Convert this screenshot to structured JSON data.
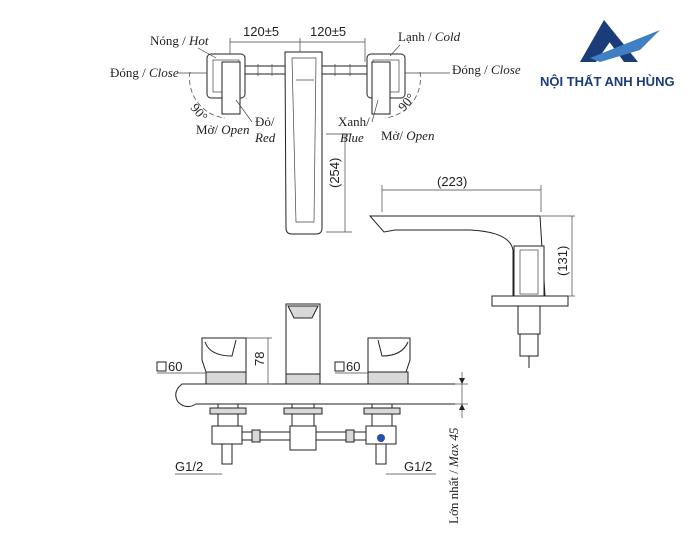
{
  "brand": {
    "name": "NỘI THẤT ANH HÙNG",
    "logo_color": "#1b3c7a",
    "logo_accent": "#3f7fc2"
  },
  "top_view": {
    "dim_left": "120±5",
    "dim_right": "120±5",
    "dim_height": "(254)",
    "hot_label_vi": "Nóng / ",
    "hot_label_en": "Hot",
    "cold_label_vi": "Lạnh / ",
    "cold_label_en": "Cold",
    "close_left_vi": "Đóng / ",
    "close_left_en": "Close",
    "close_right_vi": "Đóng / ",
    "close_right_en": "Close",
    "open_left_vi": "Mở/ ",
    "open_left_en": "Open",
    "open_right_vi": "Mở/ ",
    "open_right_en": "Open",
    "angle_left": "90°",
    "angle_right": "90°",
    "red_vi": "Đỏ/",
    "red_en": "Red",
    "blue_vi": "Xanh/",
    "blue_en": "Blue"
  },
  "side_view": {
    "dim_length": "(223)",
    "dim_height": "(131)"
  },
  "front_view": {
    "handle_left_size": "60",
    "handle_right_size": "60",
    "dim_height": "78",
    "thread_left": "G1/2",
    "thread_right": "G1/2",
    "max_label_vi": "Lớn nhất / ",
    "max_label_en": "Max 45"
  }
}
